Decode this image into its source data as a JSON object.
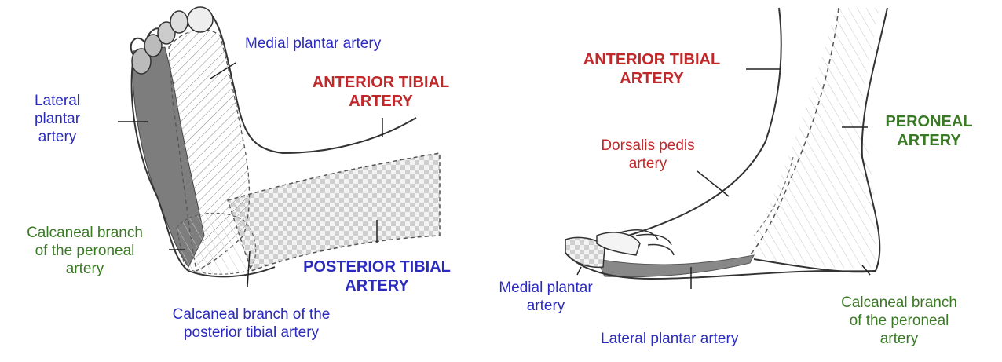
{
  "colors": {
    "blue": "#2b2bc0",
    "red": "#c0282a",
    "green": "#3a7a26",
    "outline": "#333333"
  },
  "left_view": {
    "medial_plantar_artery": "Medial plantar artery",
    "lateral_plantar_artery": [
      "Lateral",
      "plantar",
      "artery"
    ],
    "anterior_tibial_artery": [
      "ANTERIOR TIBIAL",
      "ARTERY"
    ],
    "calcaneal_branch_peroneal": [
      "Calcaneal branch",
      "of the peroneal",
      "artery"
    ],
    "posterior_tibial_artery": [
      "POSTERIOR TIBIAL",
      "ARTERY"
    ],
    "calcaneal_branch_posterior_tibial": [
      "Calcaneal branch of the",
      "posterior tibial artery"
    ]
  },
  "right_view": {
    "anterior_tibial_artery": [
      "ANTERIOR TIBIAL",
      "ARTERY"
    ],
    "peroneal_artery": [
      "PERONEAL",
      "ARTERY"
    ],
    "dorsalis_pedis_artery": [
      "Dorsalis pedis",
      "artery"
    ],
    "medial_plantar_artery": [
      "Medial plantar",
      "artery"
    ],
    "lateral_plantar_artery": "Lateral plantar artery",
    "calcaneal_branch_peroneal": [
      "Calcaneal branch",
      "of the peroneal",
      "artery"
    ]
  }
}
